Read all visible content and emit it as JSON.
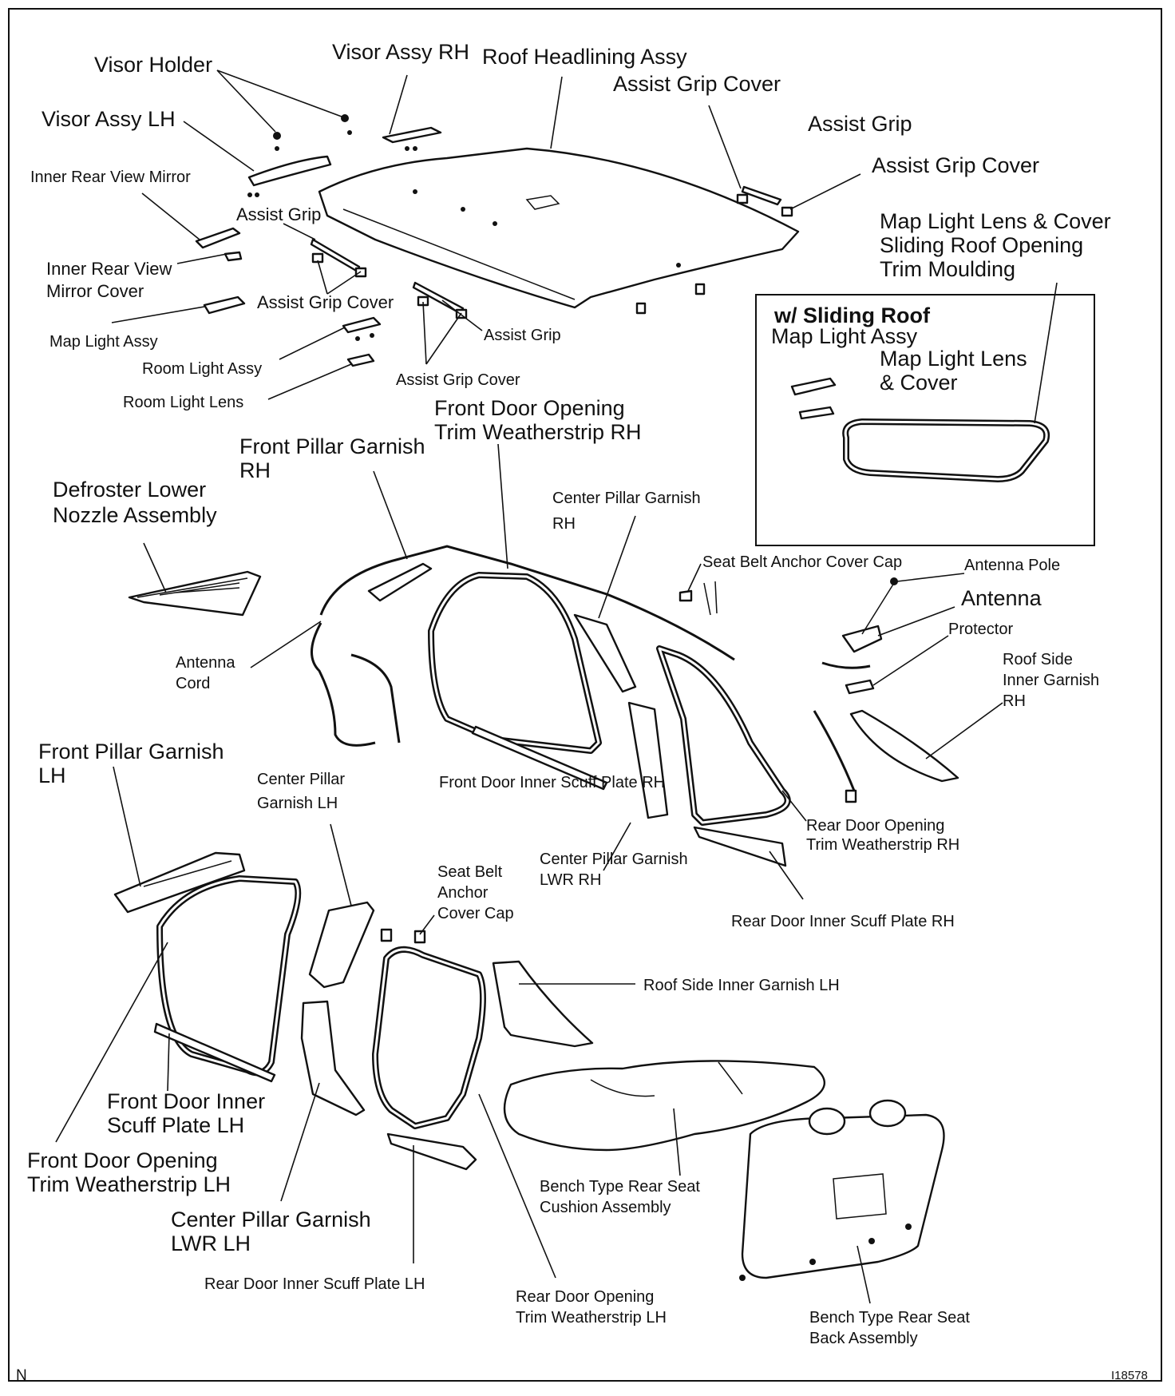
{
  "labels": {
    "visor_holder": "Visor Holder",
    "visor_assy_rh": "Visor Assy RH",
    "roof_headlining_assy": "Roof Headlining Assy",
    "assist_grip_cover_top": "Assist Grip Cover",
    "assist_grip_top": "Assist Grip",
    "assist_grip_cover_right": "Assist Grip Cover",
    "visor_assy_lh": "Visor Assy LH",
    "inner_rear_view_mirror": "Inner Rear View Mirror",
    "assist_grip_left": "Assist Grip",
    "inner_rear_view_mirror_cover_line1": "Inner Rear View",
    "inner_rear_view_mirror_cover_line2": "Mirror Cover",
    "assist_grip_cover_left": "Assist Grip Cover",
    "map_light_assy": "Map Light Assy",
    "room_light_assy": "Room Light Assy",
    "room_light_lens": "Room Light Lens",
    "assist_grip_mid": "Assist Grip",
    "assist_grip_cover_mid": "Assist Grip Cover",
    "map_light_lens_cover_top": "Map Light Lens & Cover",
    "sliding_roof_line1": "Sliding Roof Opening",
    "sliding_roof_line2": "Trim Moulding",
    "front_door_opening_rh_line1": "Front Door Opening",
    "front_door_opening_rh_line2": "Trim Weatherstrip RH",
    "front_pillar_garnish_rh_line1": "Front Pillar Garnish",
    "front_pillar_garnish_rh_line2": "RH",
    "defroster_line1": "Defroster Lower",
    "defroster_line2": "Nozzle Assembly",
    "center_pillar_garnish_rh_line1": "Center Pillar Garnish",
    "center_pillar_garnish_rh_line2": "RH",
    "seat_belt_anchor_cover_cap_rh": "Seat Belt Anchor Cover Cap",
    "antenna_pole": "Antenna Pole",
    "antenna": "Antenna",
    "protector": "Protector",
    "antenna_cord_line1": "Antenna",
    "antenna_cord_line2": "Cord",
    "roof_side_inner_garnish_rh_line1": "Roof Side",
    "roof_side_inner_garnish_rh_line2": "Inner Garnish",
    "roof_side_inner_garnish_rh_line3": "RH",
    "front_pillar_garnish_lh_line1": "Front Pillar Garnish",
    "front_pillar_garnish_lh_line2": "LH",
    "center_pillar_garnish_lh_line1": "Center Pillar",
    "center_pillar_garnish_lh_line2": "Garnish LH",
    "front_door_inner_scuff_plate_rh": "Front Door Inner Scuff Plate RH",
    "rear_door_opening_rh_line1": "Rear Door Opening",
    "rear_door_opening_rh_line2": "Trim Weatherstrip RH",
    "seat_belt_lh_line1": "Seat Belt",
    "seat_belt_lh_line2": "Anchor",
    "seat_belt_lh_line3": "Cover Cap",
    "center_pillar_garnish_lwr_rh_line1": "Center Pillar Garnish",
    "center_pillar_garnish_lwr_rh_line2": "LWR RH",
    "rear_door_inner_scuff_plate_rh": "Rear Door Inner Scuff Plate RH",
    "roof_side_inner_garnish_lh": "Roof Side Inner Garnish LH",
    "front_door_inner_scuff_plate_lh_line1": "Front Door Inner",
    "front_door_inner_scuff_plate_lh_line2": "Scuff Plate LH",
    "front_door_opening_lh_line1": "Front Door Opening",
    "front_door_opening_lh_line2": "Trim Weatherstrip LH",
    "center_pillar_garnish_lwr_lh_line1": "Center Pillar Garnish",
    "center_pillar_garnish_lwr_lh_line2": "LWR LH",
    "bench_cushion_line1": "Bench Type Rear Seat",
    "bench_cushion_line2": "Cushion Assembly",
    "rear_door_inner_scuff_plate_lh": "Rear Door Inner Scuff Plate LH",
    "rear_door_opening_lh_line1": "Rear Door Opening",
    "rear_door_opening_lh_line2": "Trim Weatherstrip LH",
    "bench_back_line1": "Bench Type Rear Seat",
    "bench_back_line2": "Back Assembly"
  },
  "inset": {
    "heading": "w/ Sliding Roof",
    "map_light_assy": "Map Light Assy",
    "map_light_lens_line1": "Map Light Lens",
    "map_light_lens_line2": "& Cover"
  },
  "corner": {
    "left": "N",
    "figure_id": "I18578"
  }
}
